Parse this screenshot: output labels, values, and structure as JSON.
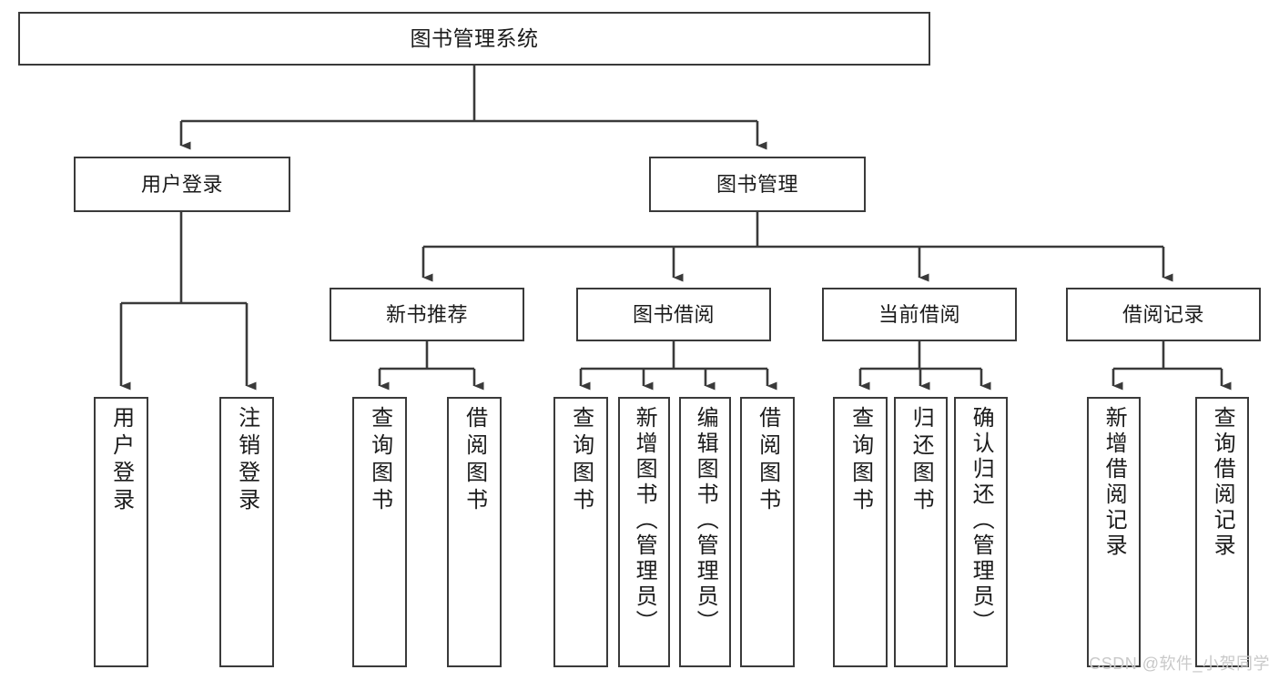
{
  "diagram": {
    "title": "图书管理系统",
    "watermark": "CSDN @软件_小贺同学",
    "stroke_color": "#3a3a3a",
    "text_color": "#1b1b1b",
    "background_color": "#ffffff",
    "watermark_color": "#c9c9c9"
  },
  "nodes": {
    "root": {
      "label": "图书管理系统"
    },
    "level1": [
      {
        "label": "用户登录"
      },
      {
        "label": "图书管理"
      }
    ],
    "level2": [
      {
        "label": "新书推荐"
      },
      {
        "label": "图书借阅"
      },
      {
        "label": "当前借阅"
      },
      {
        "label": "借阅记录"
      }
    ],
    "leaves": {
      "user_login": [
        {
          "label": "用户登录"
        },
        {
          "label": "注销登录"
        }
      ],
      "new_book_recommend": [
        {
          "label": "查询图书"
        },
        {
          "label": "借阅图书"
        }
      ],
      "book_borrow": [
        {
          "label": "查询图书"
        },
        {
          "label": "新增图书（管理员）"
        },
        {
          "label": "编辑图书（管理员）"
        },
        {
          "label": "借阅图书"
        }
      ],
      "current_borrow": [
        {
          "label": "查询图书"
        },
        {
          "label": "归还图书"
        },
        {
          "label": "确认归还（管理员）"
        }
      ],
      "borrow_record": [
        {
          "label": "新增借阅记录"
        },
        {
          "label": "查询借阅记录"
        }
      ]
    }
  }
}
